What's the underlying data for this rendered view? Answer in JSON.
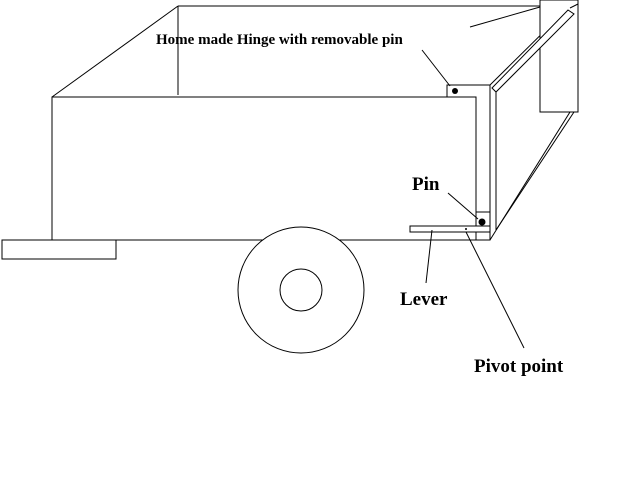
{
  "labels": {
    "hinge": "Home made Hinge with removable pin",
    "pin": "Pin",
    "lever": "Lever",
    "pivot": "Pivot point"
  },
  "colors": {
    "ink": "#000000",
    "paper": "#ffffff"
  }
}
